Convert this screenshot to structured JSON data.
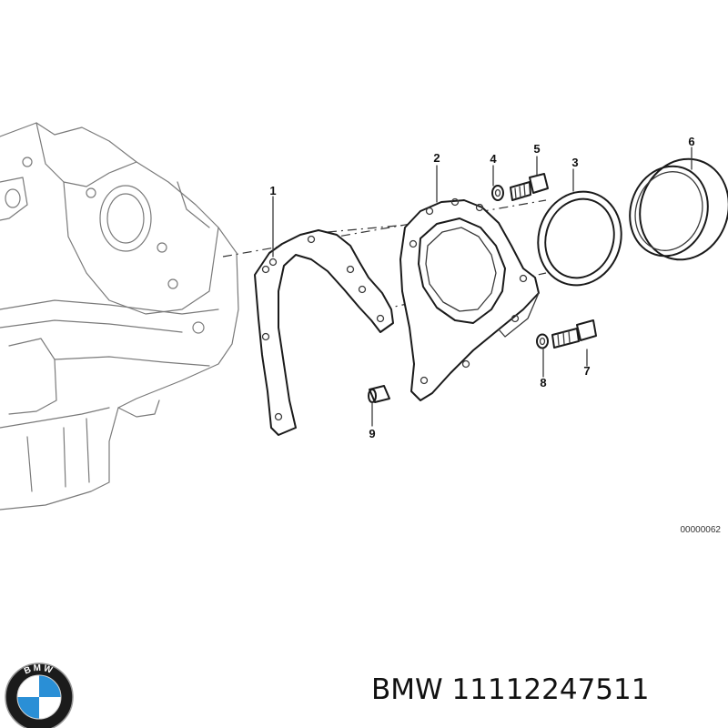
{
  "callouts": [
    "1",
    "2",
    "3",
    "4",
    "5",
    "6",
    "7",
    "8",
    "9"
  ],
  "diagram_code": "00000062",
  "brand_logo_text": "BMW",
  "part_label": "BMW 11112247511",
  "colors": {
    "line": "#1a1a1a",
    "logo_blue": "#2a8fd6",
    "logo_ring": "#1b1b1b"
  }
}
